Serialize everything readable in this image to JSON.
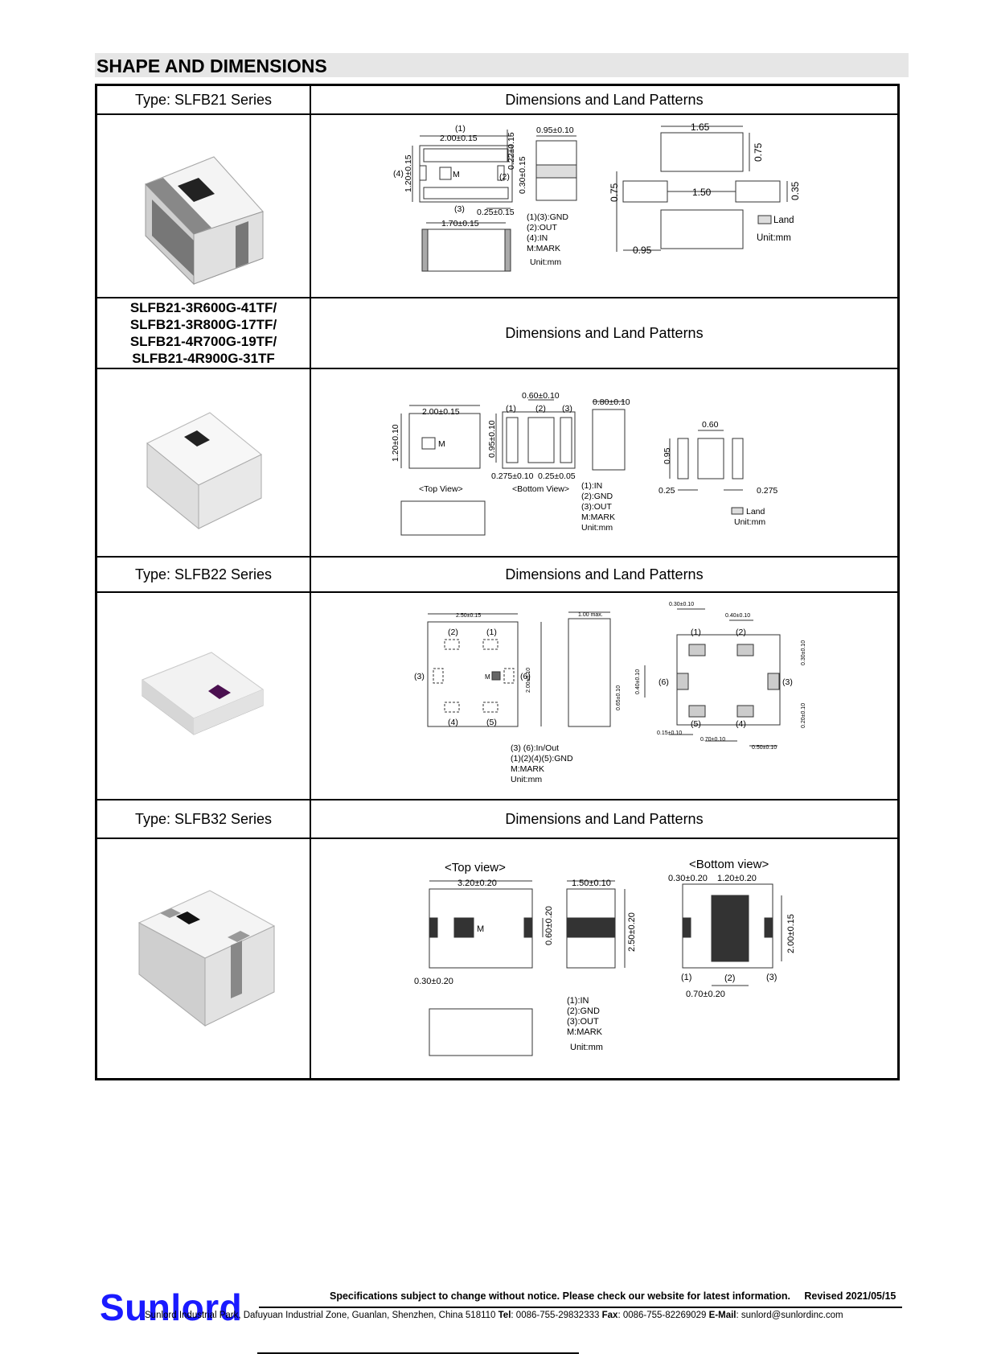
{
  "section_title": "SHAPE AND DIMENSIONS",
  "rows": [
    {
      "left": "Type: SLFB21 Series",
      "right": "Dimensions and Land Patterns"
    },
    {
      "left_lines": [
        "SLFB21-3R600G-41TF/",
        "SLFB21-3R800G-17TF/",
        "SLFB21-4R700G-19TF/",
        "SLFB21-4R900G-31TF"
      ],
      "right": "Dimensions and Land Patterns"
    },
    {
      "left": "Type: SLFB22 Series",
      "right": "Dimensions and Land Patterns"
    },
    {
      "left": "Type: SLFB32 Series",
      "right": "Dimensions and Land Patterns"
    }
  ],
  "d1": {
    "n1": "(1)",
    "len": "2.00±0.15",
    "n4": "(4)",
    "h": "1.20±0.15",
    "m": "M",
    "n2": "(2)",
    "v022": "0.22±0.15",
    "v030": "0.30±0.15",
    "n3": "(3)",
    "v025": "0.25±0.15",
    "side": "0.95±0.10",
    "blen": "1.70±0.15",
    "legend": [
      "(1)(3):GND",
      "(2):OUT",
      "(4):IN",
      "M:MARK"
    ],
    "unit": "Unit:mm",
    "lp165": "1.65",
    "lp075a": "0.75",
    "lp075b": "0.75",
    "lp150": "1.50",
    "lp035": "0.35",
    "lp095": "0.95",
    "land": "Land",
    "lunit": "Unit:mm"
  },
  "d2": {
    "len": "2.00±0.15",
    "h": "1.20±0.10",
    "m": "M",
    "v060": "0.60±0.10",
    "n1": "(1)",
    "n2": "(2)",
    "n3": "(3)",
    "v095": "0.95±0.10",
    "v080": "0.80±0.10",
    "v0275": "0.275±0.10",
    "v025": "0.25±0.05",
    "top": "<Top View>",
    "bottom": "<Bottom View>",
    "legend": [
      "(1):IN",
      "(2):GND",
      "(3):OUT",
      "M:MARK",
      "Unit:mm"
    ],
    "lp060": "0.60",
    "lp095": "0.95",
    "lp025": "0.25",
    "lp0275": "0.275",
    "land": "Land",
    "lunit": "Unit:mm"
  },
  "d3": {
    "len": "2.50±0.15",
    "n2": "(2)",
    "n1": "(1)",
    "n3": "(3)",
    "m": "M",
    "n6": "(6)",
    "n4": "(4)",
    "n5": "(5)",
    "h": "2.00±0.10",
    "max": "1.00 max.",
    "v065": "0.65±0.10",
    "legend": [
      "(3) (6):In/Out",
      "(1)(2)(4)(5):GND",
      "M:MARK",
      "Unit:mm"
    ],
    "l030": "0.30±0.10",
    "l040": "0.40±0.10",
    "l040v": "0.40±0.10",
    "l030v": "0.30±0.10",
    "l020v": "0.20±0.10",
    "l015": "0.15±0.10",
    "l070": "0.70±0.10",
    "l050": "0.50±0.10"
  },
  "d4": {
    "top": "<Top view>",
    "bottom": "<Bottom view>",
    "len": "3.20±0.20",
    "side": "1.50±0.10",
    "m": "M",
    "v060": "0.60±0.20",
    "v250": "2.50±0.20",
    "v030": "0.30±0.20",
    "b030": "0.30±0.20",
    "b120": "1.20±0.20",
    "b200": "2.00±0.15",
    "b070": "0.70±0.20",
    "n1": "(1)",
    "n2": "(2)",
    "n3": "(3)",
    "legend": [
      "(1):IN",
      "(2):GND",
      "(3):OUT",
      "M:MARK"
    ],
    "unit": "Unit:mm"
  },
  "footer": {
    "brand": "Sunlord",
    "notice": "Specifications subject to change without notice. Please check our website for latest information.     Revised 2021/05/15",
    "address": "Sunlord Industrial Park, Dafuyuan Industrial Zone, Guanlan, Shenzhen, China 518110",
    "tel_label": "Tel",
    "tel": ": 0086-755-29832333",
    "fax_label": "Fax",
    "fax": ": 0086-755-82269029",
    "email_label": "E-Mail",
    "email": ": sunlord@sunlordinc.com"
  }
}
